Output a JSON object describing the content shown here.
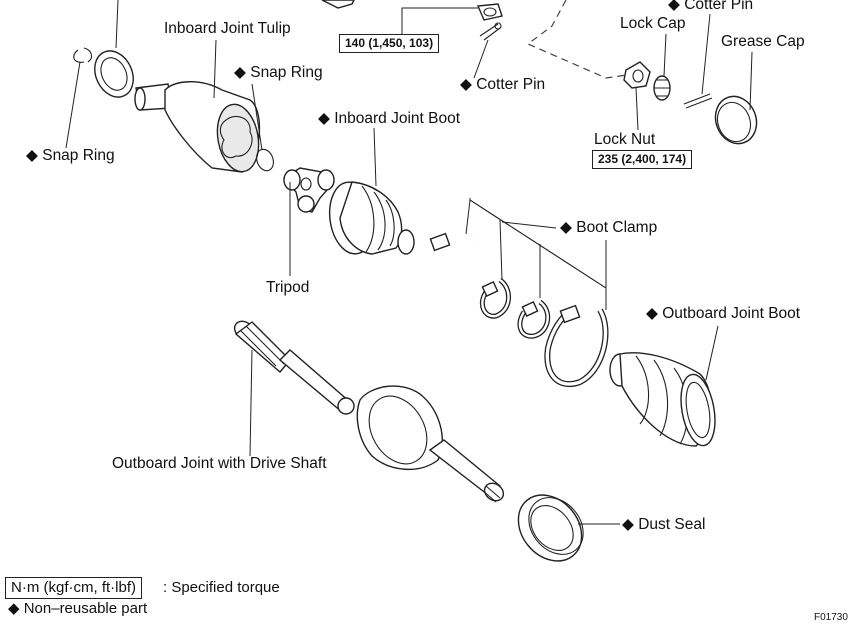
{
  "labels": {
    "cotter_pin_top": "◆ Cotter Pin",
    "inboard_joint_tulip": "Inboard Joint Tulip",
    "snap_ring_upper": "◆ Snap Ring",
    "cotter_pin_mid": "◆ Cotter Pin",
    "lock_cap": "Lock Cap",
    "grease_cap": "Grease Cap",
    "inboard_joint_boot": "◆ Inboard Joint Boot",
    "lock_nut": "Lock Nut",
    "snap_ring_left": "◆ Snap Ring",
    "boot_clamp": "◆ Boot Clamp",
    "tripod": "Tripod",
    "outboard_joint_boot": "◆ Outboard Joint Boot",
    "outboard_joint_drive_shaft": "Outboard Joint with Drive Shaft",
    "dust_seal": "◆ Dust Seal"
  },
  "torques": {
    "axle_nut": "140 (1,450, 103)",
    "lock_nut": "235 (2,400, 174)"
  },
  "legend": {
    "torque_unit": "N·m (kgf·cm, ft·lbf)",
    "torque_desc": ": Specified torque",
    "non_reusable": "◆ Non–reusable part"
  },
  "figure_code": "F01730"
}
